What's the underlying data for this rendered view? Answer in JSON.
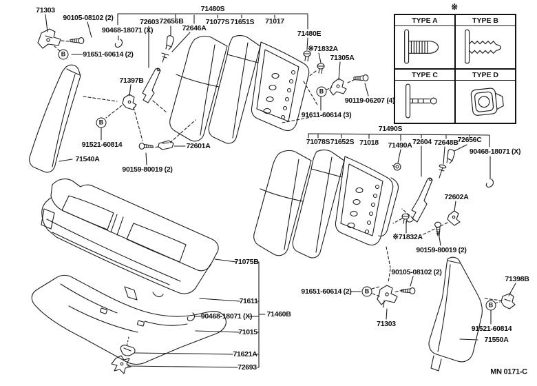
{
  "colors": {
    "ink": "#1a1a1a",
    "background": "#ffffff"
  },
  "callout": {
    "letter": "B"
  },
  "footer": {
    "code": "MN 0171-C"
  },
  "type_table": {
    "marker": "※",
    "type_a": "TYPE A",
    "type_b": "TYPE B",
    "type_c": "TYPE C",
    "type_d": "TYPE D"
  },
  "labels": {
    "t71303_tl": "71303",
    "t90105_tl": "90105-08102 (2)",
    "t90468_tl": "90468-18071 (X)",
    "t91651_tl": "91651-60614 (2)",
    "t72603": "72603",
    "t72656B": "72656B",
    "t71480S": "71480S",
    "t72646A": "72646A",
    "t71077S": "71077S",
    "t71651S": "71651S",
    "t71017": "71017",
    "t71480E": "71480E",
    "t71832A_top": "※71832A",
    "t71305A": "71305A",
    "t90119": "90119-06207 (4)",
    "t91611": "91611-60614 (3)",
    "t71397B": "71397B",
    "t91521_left": "91521-60814",
    "t71540A": "71540A",
    "t90159_left": "90159-80019 (2)",
    "t72601A": "72601A",
    "t71490S": "71490S",
    "t71078S": "71078S",
    "t71652S": "71652S",
    "t71018": "71018",
    "t71490A": "71490A",
    "t72604": "72604",
    "t72648B": "72648B",
    "t72656C": "72656C",
    "t90468_right": "90468-18071 (X)",
    "t72602A": "72602A",
    "t71832A_right": "※71832A",
    "t90159_right": "90159-80019 (2)",
    "t90105_right": "90105-08102 (2)",
    "t71398B": "71398B",
    "t91651_bottom": "91651-60614 (2)",
    "t71303_bottom": "71303",
    "t91521_right": "91521-60814",
    "t71550A": "71550A",
    "t71075B": "71075B",
    "t71611": "71611",
    "t90468_bottom": "90468-18071 (X)",
    "t71460B": "71460B",
    "t71015": "71015",
    "t71621A": "71621A",
    "t72693": "72693"
  }
}
